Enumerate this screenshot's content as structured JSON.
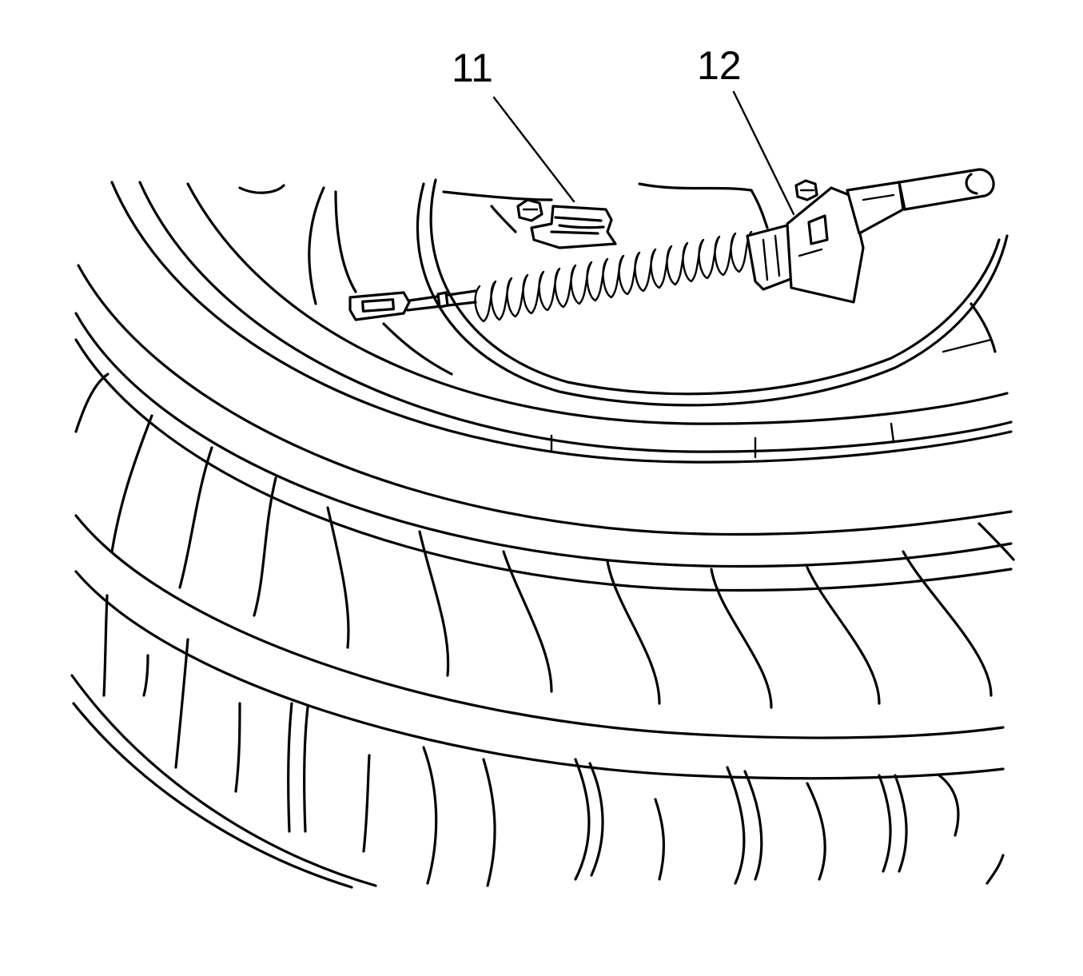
{
  "callouts": [
    {
      "id": "11",
      "label": "11"
    },
    {
      "id": "12",
      "label": "12"
    }
  ],
  "colors": {
    "line": "#000000",
    "background": "#ffffff"
  }
}
